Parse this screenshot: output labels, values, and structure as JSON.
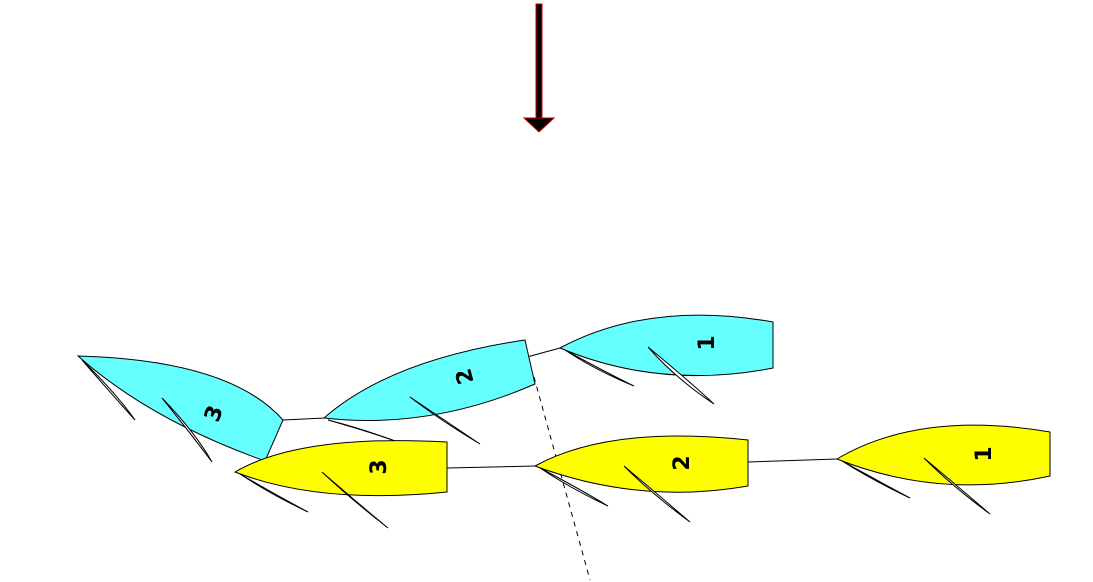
{
  "colors": {
    "team_a": "#66ffff",
    "team_b": "#ffff00",
    "arrow": "#000000",
    "arrow_outline": "#cc0000"
  },
  "wind_arrow": {
    "icon": "down-arrow-icon",
    "meaning": "wind-direction"
  },
  "teams": [
    {
      "name": "cyan-team",
      "boats": [
        {
          "number": "1"
        },
        {
          "number": "2"
        },
        {
          "number": "3"
        }
      ]
    },
    {
      "name": "yellow-team",
      "boats": [
        {
          "number": "1"
        },
        {
          "number": "2"
        },
        {
          "number": "3"
        }
      ]
    }
  ]
}
